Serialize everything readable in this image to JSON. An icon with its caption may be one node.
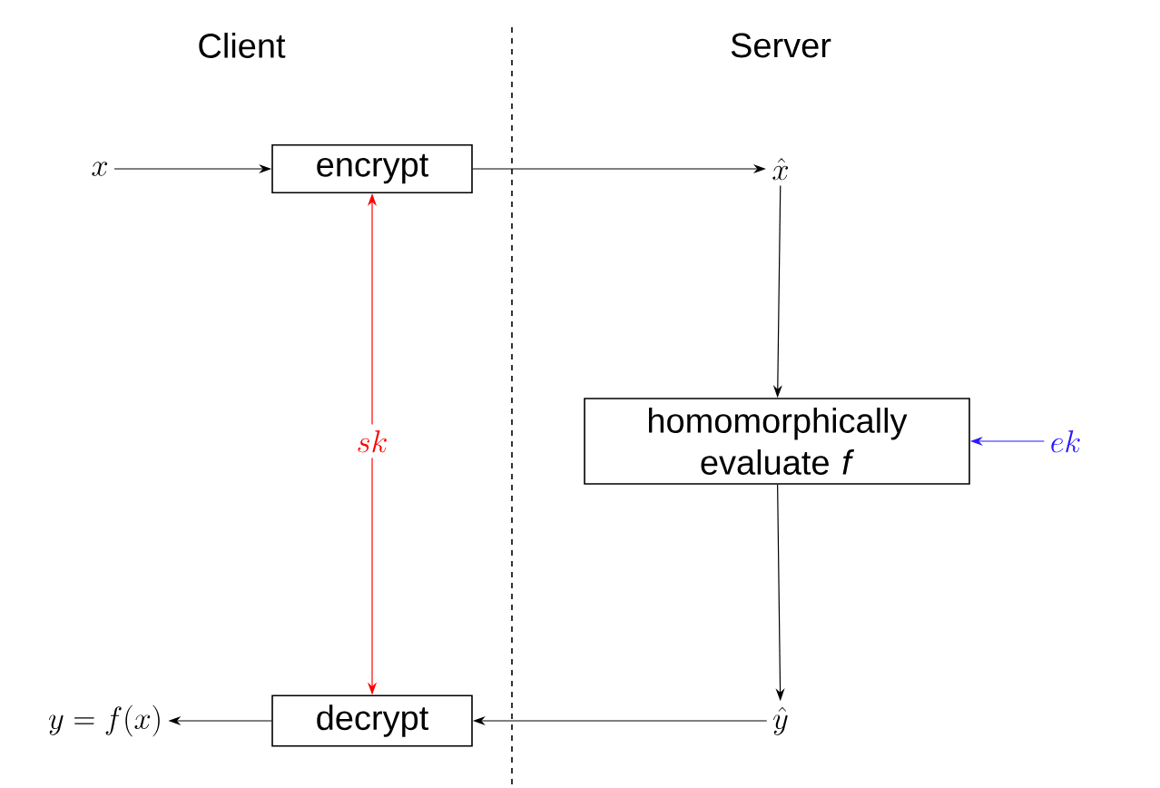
{
  "diagram": {
    "nodes": [
      {
        "text": [
          "x"
        ]
      },
      {
        "text": [
          "encrypt"
        ]
      },
      {
        "text": [
          "\\hat{x}"
        ]
      },
      {
        "text": [
          "sk"
        ]
      },
      {
        "text": [
          "homomorphically evaluate *f*"
        ]
      },
      {
        "text": [
          "ek"
        ]
      },
      {
        "text": [
          "\\hat{y}"
        ]
      },
      {
        "text": [
          "decrypt"
        ]
      },
      {
        "text": [
          "y=f(x)"
        ]
      }
    ],
    "edges": [
      {
        "from": 0,
        "to": 1,
        "arrow": "to"
      },
      {
        "from": 1,
        "to": 2,
        "arrow": "to"
      },
      {
        "from": 2,
        "to": 4,
        "arrow": "to"
      },
      {
        "from": 5,
        "to": 4,
        "arrow": "to",
        "color": "#2a1aff"
      },
      {
        "from": 4,
        "to": 6,
        "arrow": "to"
      },
      {
        "from": 6,
        "to": 7,
        "arrow": "to"
      },
      {
        "from": 7,
        "to": 8,
        "arrow": "to"
      },
      {
        "from": 3,
        "to": 1,
        "arrow": "to",
        "color": "#ff0000"
      },
      {
        "from": 3,
        "to": 7,
        "arrow": "to",
        "color": "#ff0000"
      }
    ],
    "labels": [
      "Client",
      "Server"
    ]
  }
}
